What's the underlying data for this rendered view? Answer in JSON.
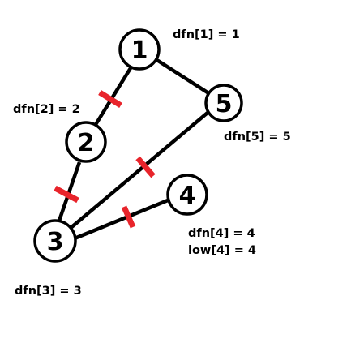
{
  "colors": {
    "edge": "#000000",
    "node_fill": "#ffffff",
    "node_stroke": "#000000",
    "cut_mark": "#e8242b",
    "text": "#000000"
  },
  "nodes": [
    {
      "id": "1",
      "label": "1"
    },
    {
      "id": "2",
      "label": "2"
    },
    {
      "id": "3",
      "label": "3"
    },
    {
      "id": "4",
      "label": "4"
    },
    {
      "id": "5",
      "label": "5"
    }
  ],
  "edges": [
    {
      "from": "1",
      "to": "2",
      "cut": true
    },
    {
      "from": "1",
      "to": "5",
      "cut": false
    },
    {
      "from": "2",
      "to": "3",
      "cut": true
    },
    {
      "from": "3",
      "to": "5",
      "cut": true
    },
    {
      "from": "3",
      "to": "4",
      "cut": true
    }
  ],
  "annotations": {
    "dfn1": "dfn[1] = 1",
    "dfn2": "dfn[2] = 2",
    "dfn3": "dfn[3] = 3",
    "dfn4": "dfn[4] = 4",
    "low4": "low[4] = 4",
    "dfn5": "dfn[5] = 5"
  }
}
